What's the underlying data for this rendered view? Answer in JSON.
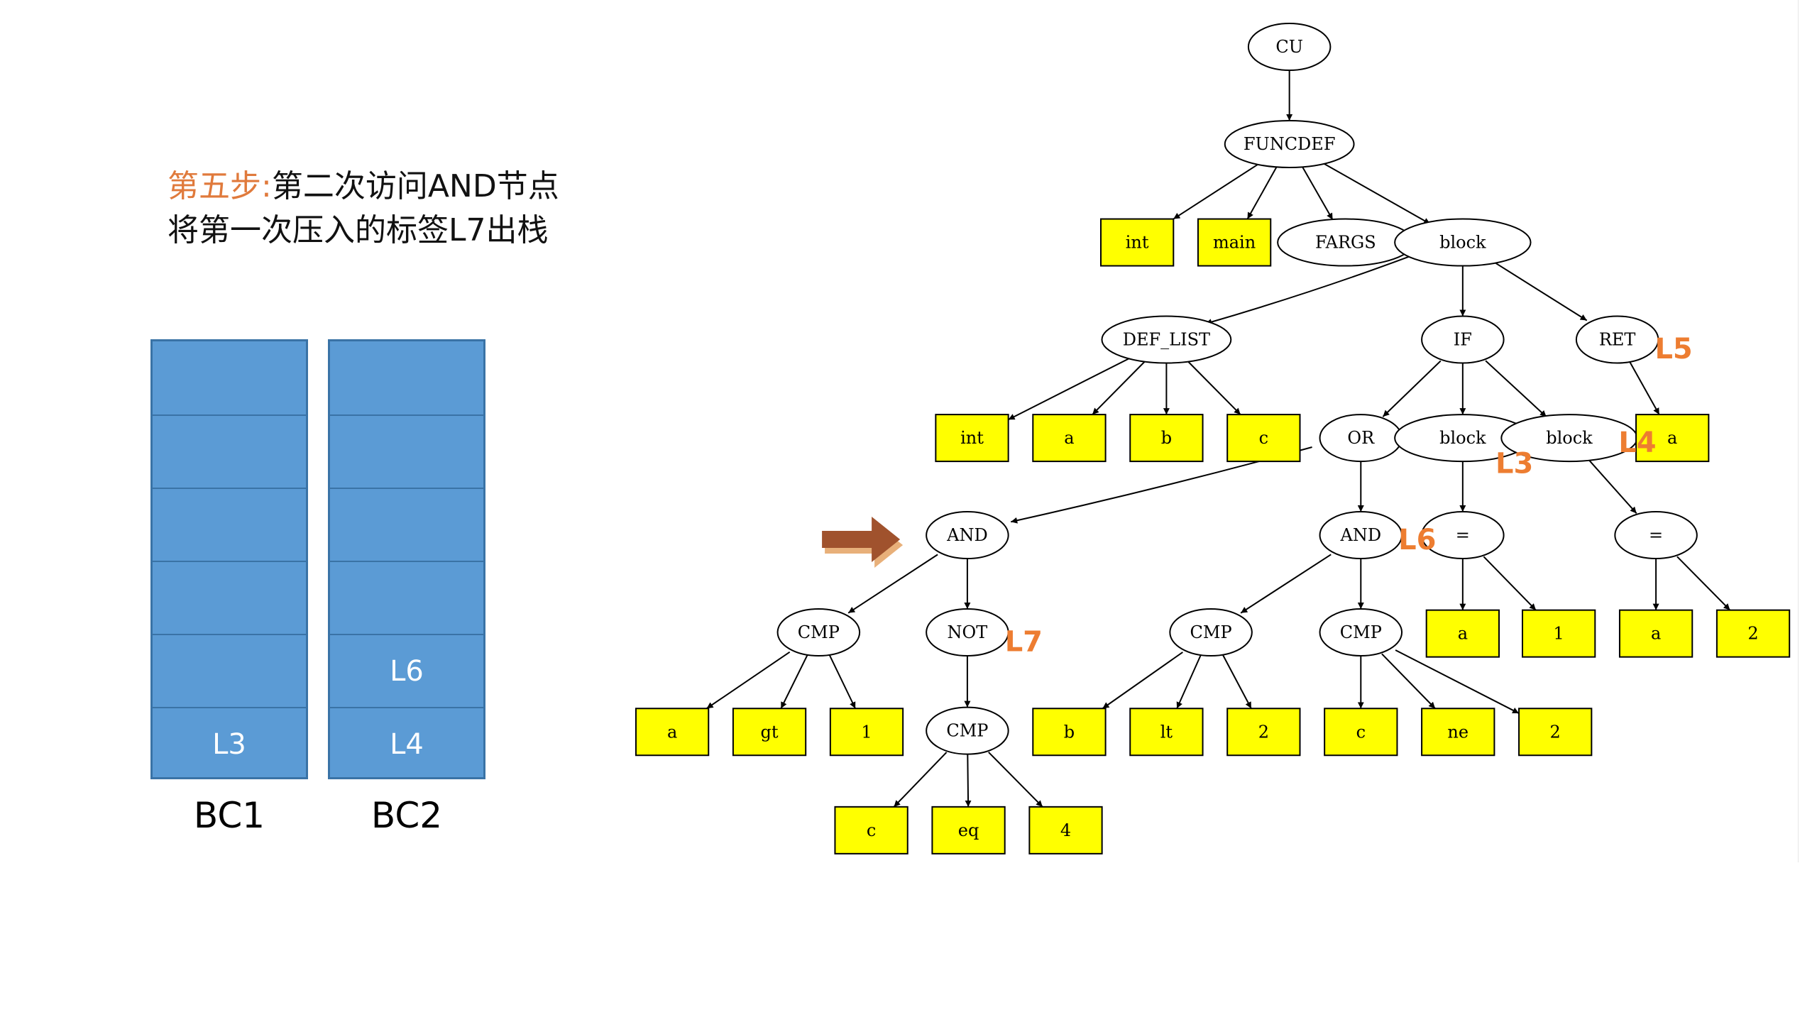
{
  "heading": {
    "step": "第五步:",
    "line1_rest": "第二次访问AND节点",
    "line2": "将第一次压入的标签L7出栈"
  },
  "stacks": [
    {
      "name": "BC1",
      "slots": [
        "",
        "",
        "",
        "",
        "",
        "L3"
      ]
    },
    {
      "name": "BC2",
      "slots": [
        "",
        "",
        "",
        "",
        "L6",
        "L4"
      ]
    }
  ],
  "colors": {
    "stack_fill": "#5b9bd5",
    "leaf_fill": "#ffff00",
    "tag": "#ed7d31",
    "highlight": "#e07a3c",
    "arrow": "#a0522d"
  },
  "tree": {
    "nodes": [
      {
        "id": "cu",
        "label": "CU",
        "shape": "ellipse"
      },
      {
        "id": "funcdef",
        "label": "FUNCDEF",
        "shape": "ellipse"
      },
      {
        "id": "int1",
        "label": "int",
        "shape": "box"
      },
      {
        "id": "main",
        "label": "main",
        "shape": "box"
      },
      {
        "id": "fargs",
        "label": "FARGS",
        "shape": "ellipse"
      },
      {
        "id": "block1",
        "label": "block",
        "shape": "ellipse"
      },
      {
        "id": "deflist",
        "label": "DEF_LIST",
        "shape": "ellipse"
      },
      {
        "id": "if",
        "label": "IF",
        "shape": "ellipse"
      },
      {
        "id": "ret",
        "label": "RET",
        "shape": "ellipse"
      },
      {
        "id": "int2",
        "label": "int",
        "shape": "box"
      },
      {
        "id": "da",
        "label": "a",
        "shape": "box"
      },
      {
        "id": "db",
        "label": "b",
        "shape": "box"
      },
      {
        "id": "dc",
        "label": "c",
        "shape": "box"
      },
      {
        "id": "or",
        "label": "OR",
        "shape": "ellipse"
      },
      {
        "id": "block2",
        "label": "block",
        "shape": "ellipse"
      },
      {
        "id": "block3",
        "label": "block",
        "shape": "ellipse"
      },
      {
        "id": "reta",
        "label": "a",
        "shape": "box"
      },
      {
        "id": "and1",
        "label": "AND",
        "shape": "ellipse"
      },
      {
        "id": "and2",
        "label": "AND",
        "shape": "ellipse"
      },
      {
        "id": "eq1",
        "label": "=",
        "shape": "ellipse"
      },
      {
        "id": "eq2",
        "label": "=",
        "shape": "ellipse"
      },
      {
        "id": "cmp1",
        "label": "CMP",
        "shape": "ellipse"
      },
      {
        "id": "not",
        "label": "NOT",
        "shape": "ellipse"
      },
      {
        "id": "cmp2",
        "label": "CMP",
        "shape": "ellipse"
      },
      {
        "id": "cmp3",
        "label": "CMP",
        "shape": "ellipse"
      },
      {
        "id": "e1a",
        "label": "a",
        "shape": "box"
      },
      {
        "id": "e1v",
        "label": "1",
        "shape": "box"
      },
      {
        "id": "e2a",
        "label": "a",
        "shape": "box"
      },
      {
        "id": "e2v",
        "label": "2",
        "shape": "box"
      },
      {
        "id": "c1a",
        "label": "a",
        "shape": "box"
      },
      {
        "id": "c1gt",
        "label": "gt",
        "shape": "box"
      },
      {
        "id": "c1v",
        "label": "1",
        "shape": "box"
      },
      {
        "id": "cmp4",
        "label": "CMP",
        "shape": "ellipse"
      },
      {
        "id": "c2b",
        "label": "b",
        "shape": "box"
      },
      {
        "id": "c2lt",
        "label": "lt",
        "shape": "box"
      },
      {
        "id": "c2v",
        "label": "2",
        "shape": "box"
      },
      {
        "id": "c3c",
        "label": "c",
        "shape": "box"
      },
      {
        "id": "c3ne",
        "label": "ne",
        "shape": "box"
      },
      {
        "id": "c3v",
        "label": "2",
        "shape": "box"
      },
      {
        "id": "c4c",
        "label": "c",
        "shape": "box"
      },
      {
        "id": "c4eq",
        "label": "eq",
        "shape": "box"
      },
      {
        "id": "c4v",
        "label": "4",
        "shape": "box"
      }
    ],
    "edges": [
      [
        "cu",
        "funcdef"
      ],
      [
        "funcdef",
        "int1"
      ],
      [
        "funcdef",
        "main"
      ],
      [
        "funcdef",
        "fargs"
      ],
      [
        "funcdef",
        "block1"
      ],
      [
        "block1",
        "deflist"
      ],
      [
        "block1",
        "if"
      ],
      [
        "block1",
        "ret"
      ],
      [
        "deflist",
        "int2"
      ],
      [
        "deflist",
        "da"
      ],
      [
        "deflist",
        "db"
      ],
      [
        "deflist",
        "dc"
      ],
      [
        "if",
        "or"
      ],
      [
        "if",
        "block2"
      ],
      [
        "if",
        "block3"
      ],
      [
        "ret",
        "reta"
      ],
      [
        "or",
        "and1"
      ],
      [
        "or",
        "and2"
      ],
      [
        "block2",
        "eq1"
      ],
      [
        "block3",
        "eq2"
      ],
      [
        "and1",
        "cmp1"
      ],
      [
        "and1",
        "not"
      ],
      [
        "and2",
        "cmp2"
      ],
      [
        "and2",
        "cmp3"
      ],
      [
        "eq1",
        "e1a"
      ],
      [
        "eq1",
        "e1v"
      ],
      [
        "eq2",
        "e2a"
      ],
      [
        "eq2",
        "e2v"
      ],
      [
        "cmp1",
        "c1a"
      ],
      [
        "cmp1",
        "c1gt"
      ],
      [
        "cmp1",
        "c1v"
      ],
      [
        "not",
        "cmp4"
      ],
      [
        "cmp2",
        "c2b"
      ],
      [
        "cmp2",
        "c2lt"
      ],
      [
        "cmp2",
        "c2v"
      ],
      [
        "cmp3",
        "c3c"
      ],
      [
        "cmp3",
        "c3ne"
      ],
      [
        "cmp3",
        "c3v"
      ],
      [
        "cmp4",
        "c4c"
      ],
      [
        "cmp4",
        "c4eq"
      ],
      [
        "cmp4",
        "c4v"
      ]
    ],
    "tags": [
      {
        "node": "ret",
        "label": "L5"
      },
      {
        "node": "block2",
        "label": "L3"
      },
      {
        "node": "block3",
        "label": "L4"
      },
      {
        "node": "and2",
        "label": "L6"
      },
      {
        "node": "not",
        "label": "L7"
      }
    ],
    "current_node": "and1",
    "current_marker_icon": "right-arrow-icon"
  }
}
